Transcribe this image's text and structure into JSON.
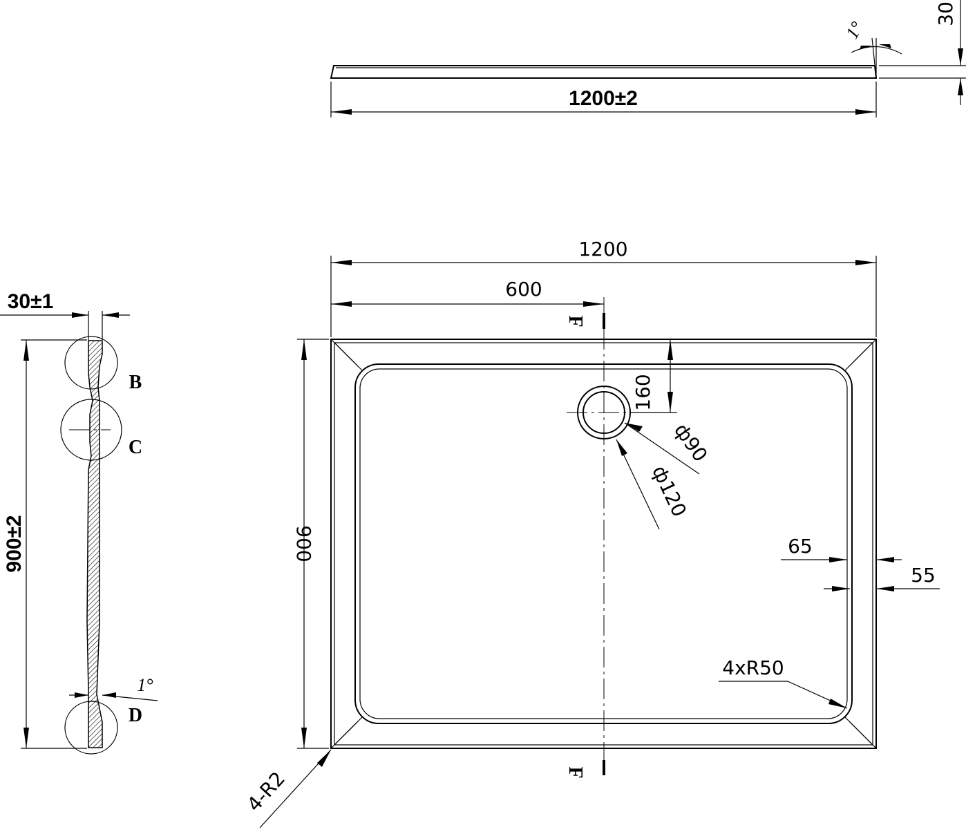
{
  "labels": {
    "top_length": "1200±2",
    "top_height": "30",
    "top_angle": "1°",
    "width": "1200",
    "half_width": "600",
    "height": "900",
    "drain_offset": "160",
    "drain_inner": "ф90",
    "drain_outer": "ф120",
    "border_inner": "65",
    "border_outer": "55",
    "corner_radius": "4xR50",
    "edge_radius": "4-R2",
    "section_mark_top": "F",
    "section_mark_bottom": "F",
    "side_thickness": "30±1",
    "side_length": "900±2",
    "side_angle": "1°",
    "detail_b": "B",
    "detail_c": "C",
    "detail_d": "D"
  }
}
